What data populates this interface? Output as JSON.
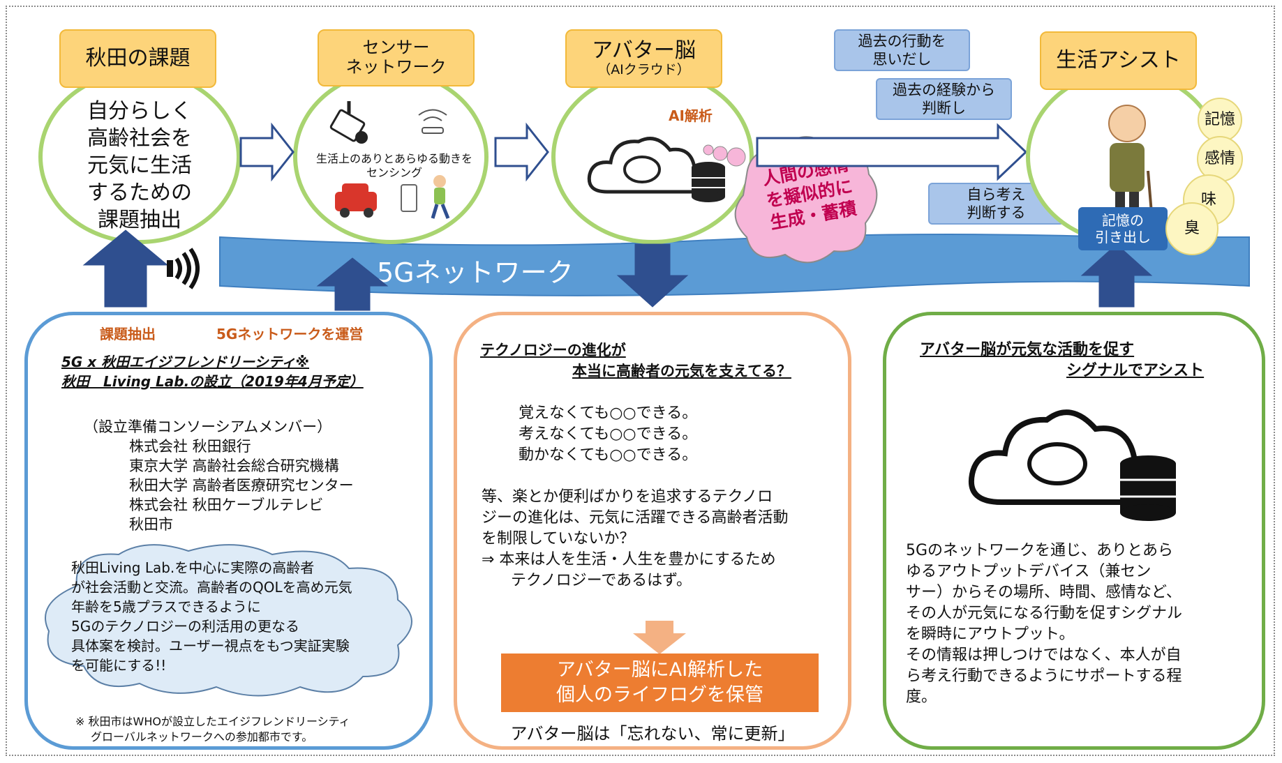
{
  "top_flow": {
    "akita": {
      "title": "秋田の課題",
      "body": [
        "自分らしく",
        "高齢社会を",
        "元気に生活",
        "するための",
        "課題抽出"
      ]
    },
    "sensor": {
      "title_lines": [
        "センサー",
        "ネットワーク"
      ],
      "caption_lines": [
        "生活上のありとあらゆる動きを",
        "センシング"
      ]
    },
    "avatar": {
      "title": "アバター脳",
      "subtitle": "（AIクラウド）",
      "ai_label": "AI解析"
    },
    "emotion_bubble": {
      "lines": [
        "人間の感情",
        "を擬似的に",
        "生成・蓄積"
      ]
    },
    "process_boxes": [
      {
        "lines": [
          "過去の行動を",
          "思いだし"
        ]
      },
      {
        "lines": [
          "過去の経験から",
          "判断し"
        ]
      },
      {
        "lines": [
          "自ら考え",
          "判断する"
        ]
      }
    ],
    "life": {
      "title": "生活アシスト",
      "memory_button_lines": [
        "記憶の",
        "引き出し"
      ],
      "senses": [
        "記憶",
        "感情",
        "味",
        "臭"
      ]
    },
    "network_band_label": "5Gネットワーク"
  },
  "left_panel": {
    "tag_issue": "課題抽出",
    "tag_network": "5Gネットワークを運営",
    "heading_lines": [
      "5G x 秋田エイジフレンドリーシティ※",
      "秋田　Living Lab.の設立（2019年4月予定）"
    ],
    "members_header": "（設立準備コンソーシアムメンバー）",
    "members": [
      "株式会社 秋田銀行",
      "東京大学 高齢社会総合研究機構",
      "秋田大学 高齢者医療研究センター",
      "株式会社 秋田ケーブルテレビ",
      "秋田市"
    ],
    "cloud_text_lines": [
      "秋田Living Lab.を中心に実際の高齢者",
      "が社会活動と交流。高齢者のQOLを高め元気",
      "年齢を5歳プラスできるように",
      "5Gのテクノロジーの利活用の更なる",
      "具体案を検討。ユーザー視点をもつ実証実験",
      "を可能にする!!"
    ],
    "footnote_lines": [
      "※ 秋田市はWHOが設立したエイジフレンドリーシティ",
      "グローバルネットワークへの参加都市です。"
    ]
  },
  "middle_panel": {
    "heading_lines": [
      "テクノロジーの進化が",
      "本当に高齢者の元気を支えてる？"
    ],
    "list": [
      "覚えなくても○○できる。",
      "考えなくても○○できる。",
      "動かなくても○○できる。"
    ],
    "para_lines": [
      "等、楽とか便利ばかりを追求するテクノロ",
      "ジーの進化は、元気に活躍できる高齢者活動",
      "を制限していないか？"
    ],
    "arrow_lines": [
      "⇒  本来は人を生活・人生を豊かにするため",
      "テクノロジーであるはず。"
    ],
    "orange_box_lines": [
      "アバター脳にAI解析した",
      "個人のライフログを保管"
    ],
    "bottom_text": "アバター脳は「忘れない、常に更新」"
  },
  "right_panel": {
    "heading_lines": [
      "アバター脳が元気な活動を促す",
      "シグナルでアシスト"
    ],
    "body_lines": [
      "5Gのネットワークを通じ、ありとあら",
      "ゆるアウトプットデバイス（兼セン",
      "サー）からその場所、時間、感情など、",
      "その人が元気になる行動を促すシグナル",
      "を瞬時にアウトプット。",
      "その情報は押しつけではなく、本人が自",
      "ら考え行動できるようにサポートする程",
      "度。"
    ]
  },
  "colors": {
    "green_ring": "#a9d470",
    "blue_panel": "#5b9bd5",
    "orange_panel": "#f4b183",
    "green_panel": "#70ad47",
    "navy_arrow": "#2f4f8f",
    "band": "#5b9bd5",
    "orange_box": "#ed7d31",
    "pink_bubble": "#f7b6d9"
  }
}
